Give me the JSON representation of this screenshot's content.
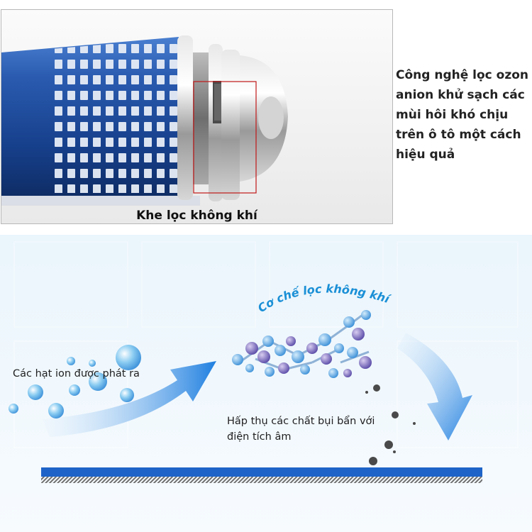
{
  "photo": {
    "caption": "Khe lọc không khí",
    "description_text": "Công nghệ lọc ozon anion khử sạch các mùi hôi khó chịu trên ô tô một cách hiệu quả"
  },
  "diagram": {
    "title": "Cơ chế lọc không khí",
    "ion_label": "Các hạt ion được phát ra",
    "absorb_label": "Hấp thụ các chất bụi bẩn với điện tích âm"
  },
  "colors": {
    "device_blue": "#1d4f9c",
    "arrow_blue": "#2a86e0",
    "title_blue": "#1a8fd6",
    "floor_blue": "#1e63c8"
  }
}
